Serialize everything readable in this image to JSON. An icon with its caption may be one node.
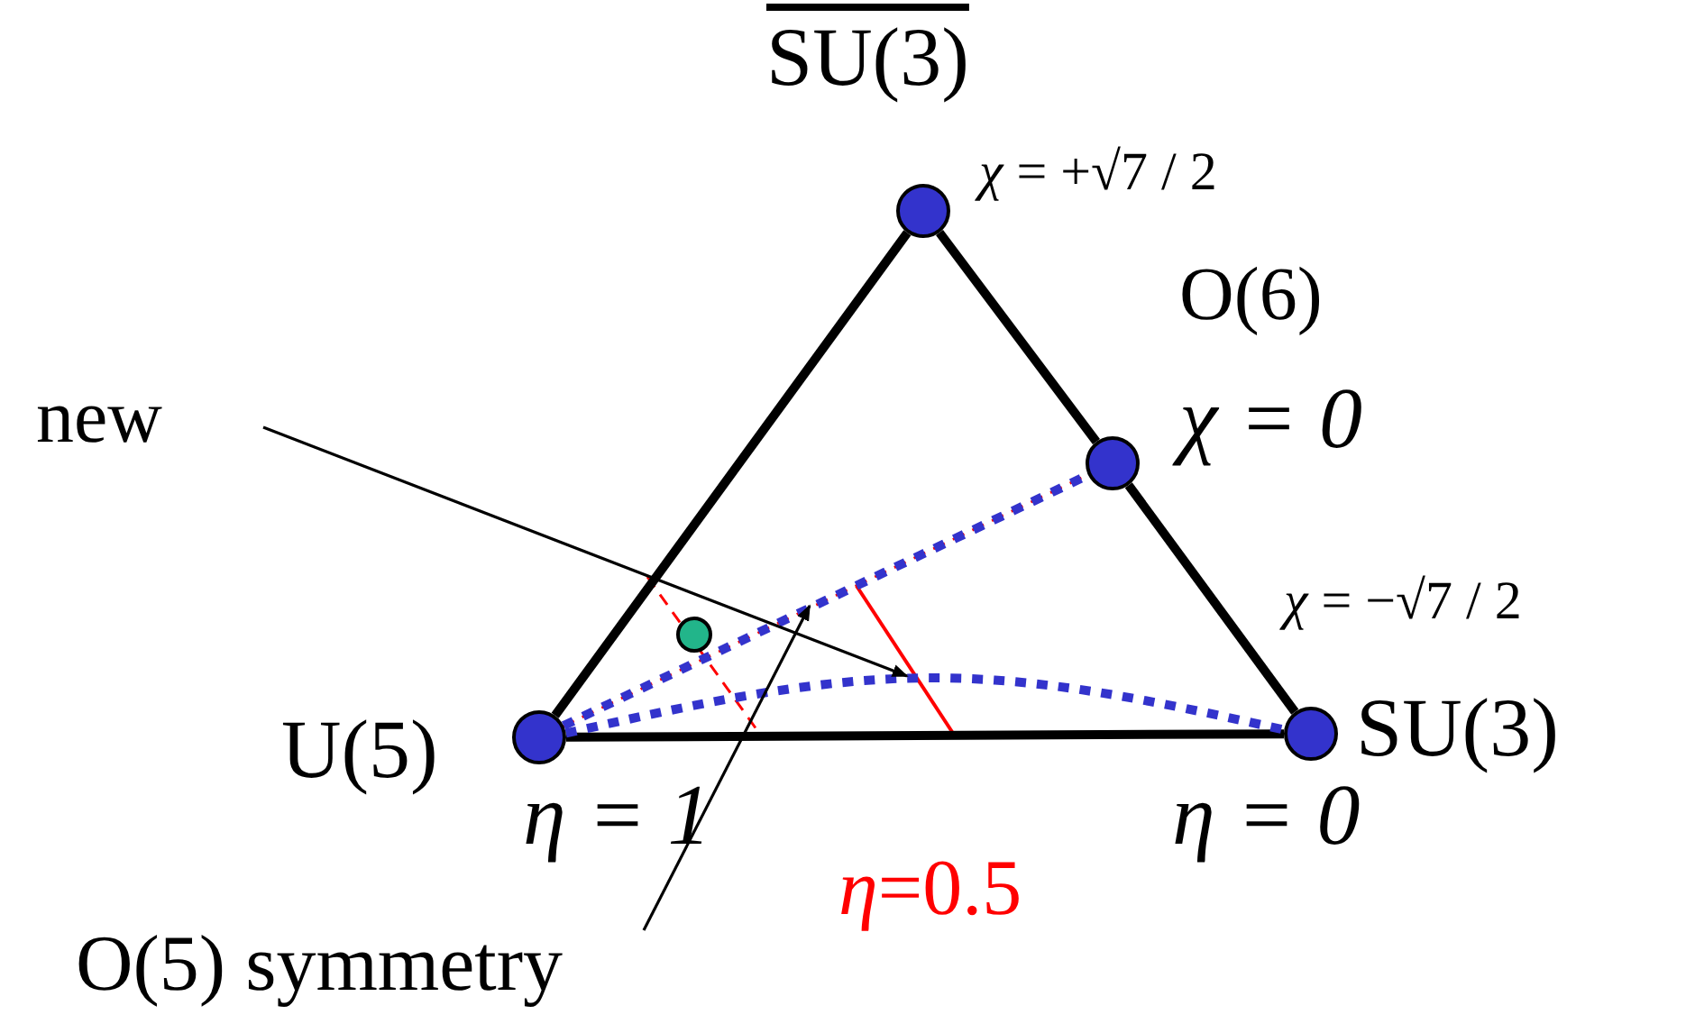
{
  "diagram": {
    "nodes": [
      {
        "text": [],
        "shape": "circle",
        "beside": [
          "SU(3)",
          "*χ* = +√7 / 2"
        ]
      },
      {
        "text": [],
        "shape": "circle",
        "beside": [
          "O(6)",
          "χ = 0"
        ]
      },
      {
        "text": [],
        "shape": "circle",
        "beside": [
          "U(5)",
          "η = 1"
        ]
      },
      {
        "text": [],
        "shape": "circle",
        "beside": [
          "*χ* = −√7 / 2",
          "SU(3)",
          "η = 0"
        ]
      },
      {
        "text": [],
        "shape": "circle"
      },
      {
        "text": [
          "new"
        ]
      },
      {
        "text": [
          "O(5) symmetry"
        ]
      }
    ],
    "edges": [
      {
        "from": 0,
        "to": 2,
        "arrow": "none"
      },
      {
        "from": 0,
        "to": 1,
        "arrow": "none"
      },
      {
        "from": 1,
        "to": 3,
        "arrow": "none"
      },
      {
        "from": 2,
        "to": 3,
        "arrow": "none"
      },
      {
        "from": 2,
        "to": 1,
        "arrow": "none",
        "style": "dashed",
        "color": "#3333cc"
      },
      {
        "from": 2,
        "to": 3,
        "arrow": "none",
        "style": "dashed",
        "color": "#3333cc"
      },
      {
        "from": 5,
        "to": null,
        "arrow": "to"
      },
      {
        "from": 6,
        "to": null,
        "arrow": "to"
      }
    ],
    "labels": [
      "*η*=0.5"
    ]
  }
}
